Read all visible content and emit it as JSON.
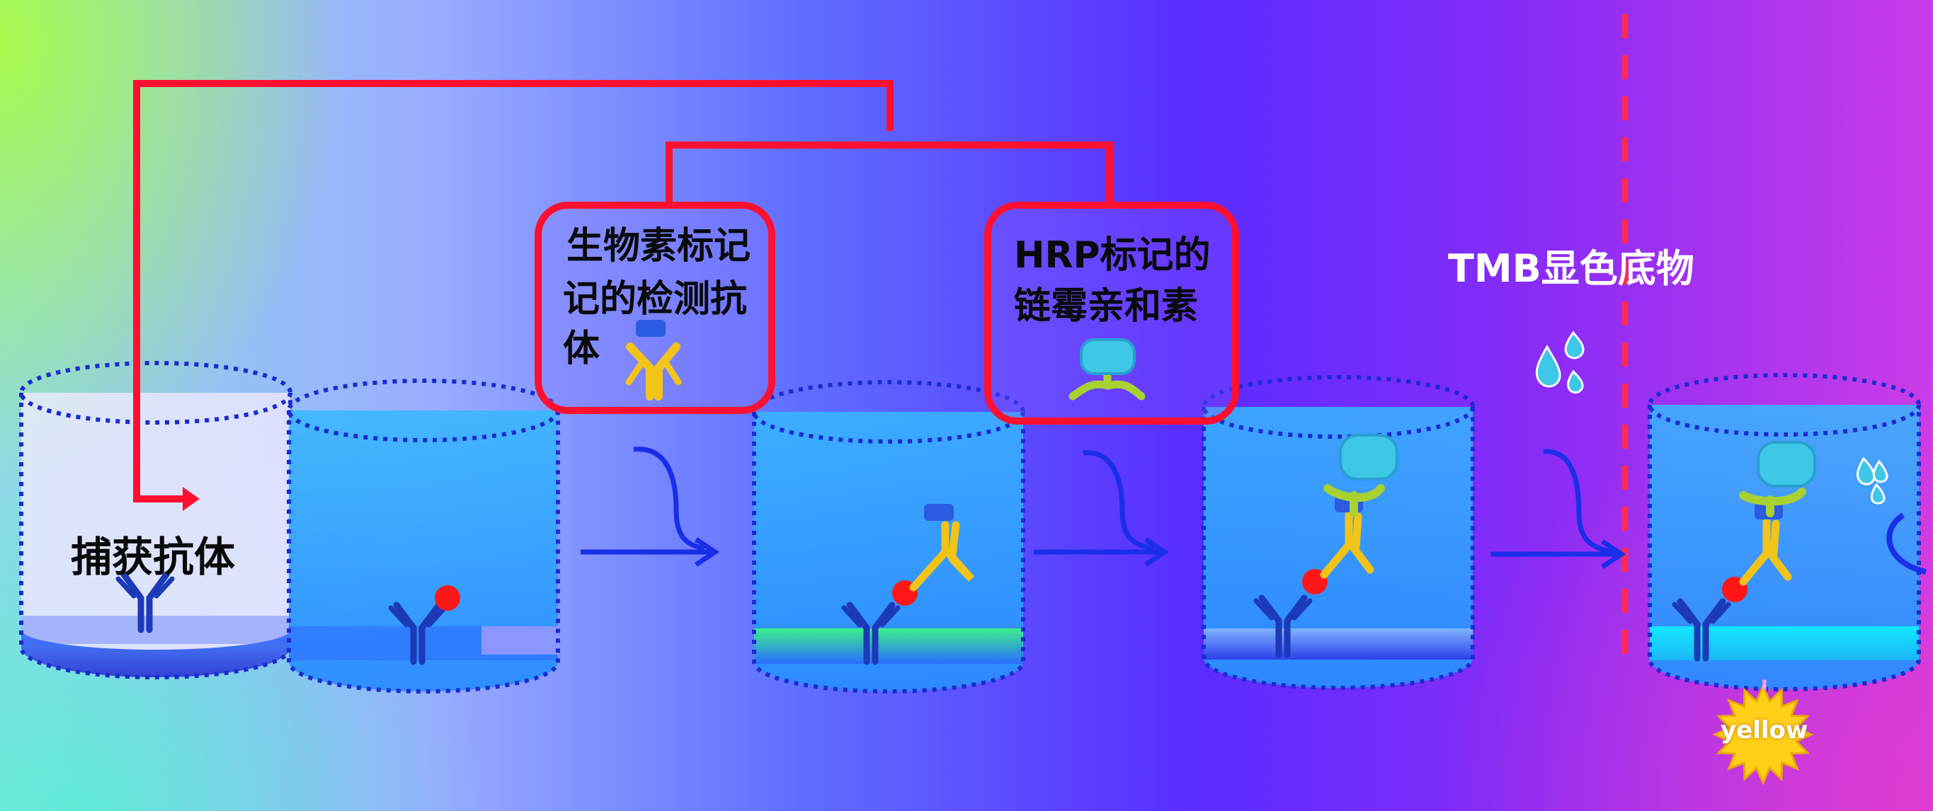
{
  "colors": {
    "connector_red": "#ff1030",
    "arrow_blue": "#1a2ee8",
    "dashed_divider": "#ff2a55",
    "antibody_blue": "#1c3ab8",
    "antigen_red": "#ff1616",
    "biotin_blue": "#2a5be0",
    "antibody_yellow": "#f2c419",
    "hrp_cyan": "#3ec7e6",
    "streptavidin_green": "#a9d132",
    "starburst_yellow": "#ffcf1a"
  },
  "labels": {
    "capture_antibody": "捕获抗体",
    "biotin_detection_antibody_line1": "生物素标记",
    "biotin_detection_antibody_line2": "记的检测抗",
    "biotin_detection_antibody_line3": "体",
    "hrp_streptavidin_line1": "HRP标记的",
    "hrp_streptavidin_line2": "链霉亲和素",
    "tmb_substrate": "TMB显色底物",
    "color_result": "yellow"
  },
  "icons": [
    "well-cylinder-icon",
    "capture-antibody-icon",
    "antigen-icon",
    "detection-antibody-icon",
    "biotin-tag-icon",
    "hrp-streptavidin-icon",
    "water-drops-icon",
    "curved-arrow-icon",
    "starburst-icon"
  ]
}
